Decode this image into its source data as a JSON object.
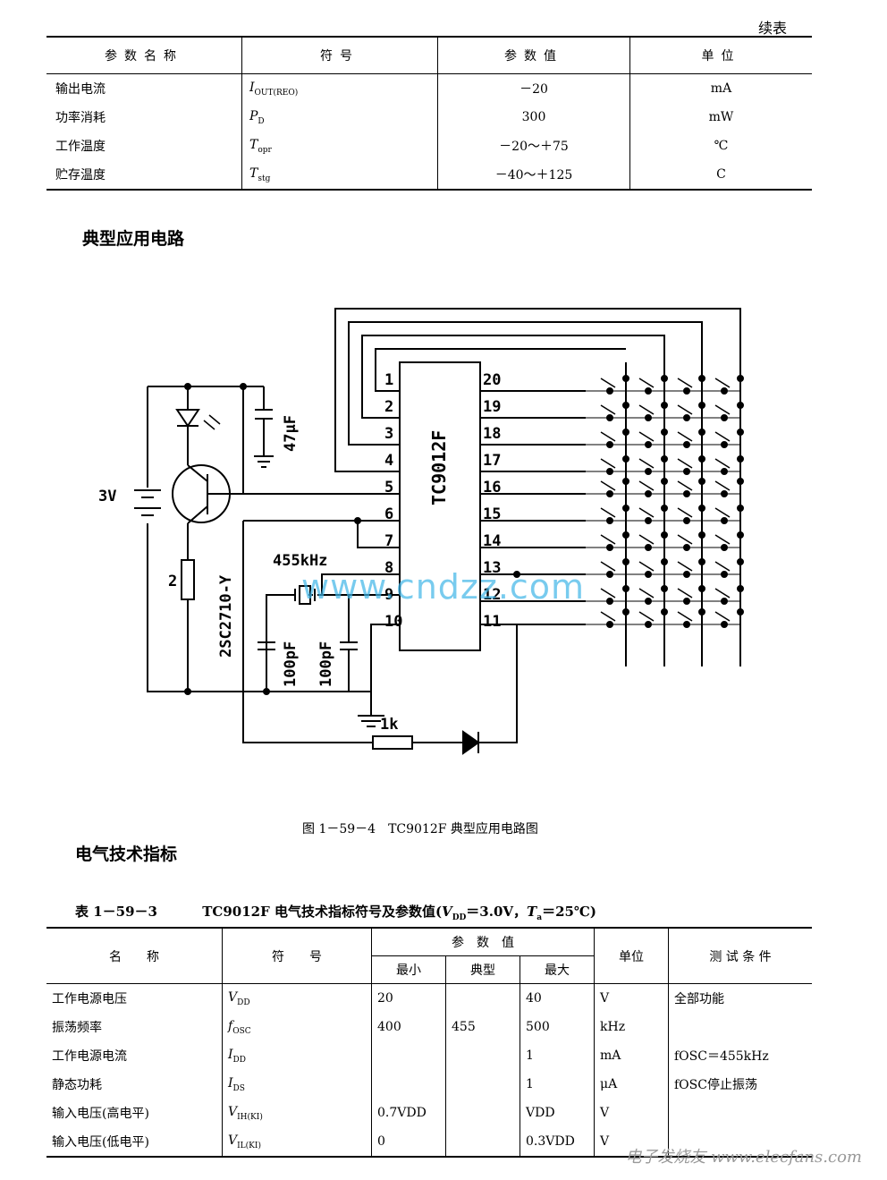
{
  "continued_label": "续表",
  "table1": {
    "headers": [
      "参数名称",
      "符号",
      "参数值",
      "单位"
    ],
    "rows": [
      {
        "name": "输出电流",
        "symbol": "I",
        "sub": "OUT(REO)",
        "value": "－20",
        "unit": "mA"
      },
      {
        "name": "功率消耗",
        "symbol": "P",
        "sub": "D",
        "value": "300",
        "unit": "mW"
      },
      {
        "name": "工作温度",
        "symbol": "T",
        "sub": "opr",
        "value": "－20～＋75",
        "unit": "℃"
      },
      {
        "name": "贮存温度",
        "symbol": "T",
        "sub": "stg",
        "value": "－40～＋125",
        "unit": "C"
      }
    ]
  },
  "section_circuit": "典型应用电路",
  "circuit": {
    "chip": "TC9012F",
    "transistor": "2SC2710-Y",
    "battery": "3V",
    "resistor_2": "2",
    "cap_47": "47μF",
    "crystal": "455kHz",
    "cap_100_a": "100pF",
    "cap_100_b": "100pF",
    "resistor_1k": "1k",
    "left_pins": [
      "1",
      "2",
      "3",
      "4",
      "5",
      "6",
      "7",
      "8",
      "9",
      "10"
    ],
    "right_pins": [
      "20",
      "19",
      "18",
      "17",
      "16",
      "15",
      "14",
      "13",
      "12",
      "11"
    ]
  },
  "watermark": "www.cndzz.com",
  "caption": "图 1－59－4　TC9012F 典型应用电路图",
  "section_elec": "电气技术指标",
  "table2": {
    "caption_prefix": "表 1－59－3",
    "caption_main": "TC9012F 电气技术指标符号及参数值(",
    "caption_vdd": "V",
    "caption_vdd_sub": "DD",
    "caption_vdd_val": "＝3.0V，",
    "caption_ta": "T",
    "caption_ta_sub": "a",
    "caption_ta_val": "＝25℃)",
    "headers": {
      "name": "名　　称",
      "symbol": "符　　号",
      "values": "参　数　值",
      "min": "最小",
      "typ": "典型",
      "max": "最大",
      "unit": "单位",
      "cond": "测 试 条 件"
    },
    "rows": [
      {
        "name": "工作电源电压",
        "symbol": "V",
        "sub": "DD",
        "min": "20",
        "typ": "",
        "max": "40",
        "unit": "V",
        "cond": "全部功能"
      },
      {
        "name": "振荡频率",
        "symbol": "f",
        "sub": "OSC",
        "min": "400",
        "typ": "455",
        "max": "500",
        "unit": "kHz",
        "cond": ""
      },
      {
        "name": "工作电源电流",
        "symbol": "I",
        "sub": "DD",
        "min": "",
        "typ": "",
        "max": "1",
        "unit": "mA",
        "cond": "fOSC＝455kHz"
      },
      {
        "name": "静态功耗",
        "symbol": "I",
        "sub": "DS",
        "min": "",
        "typ": "",
        "max": "1",
        "unit": "μA",
        "cond": "fOSC停止振荡"
      },
      {
        "name": "输入电压(高电平)",
        "symbol": "V",
        "sub": "IH(KI)",
        "min": "0.7VDD",
        "typ": "",
        "max": "VDD",
        "unit": "V",
        "cond": ""
      },
      {
        "name": "输入电压(低电平)",
        "symbol": "V",
        "sub": "IL(KI)",
        "min": "0",
        "typ": "",
        "max": "0.3VDD",
        "unit": "V",
        "cond": ""
      }
    ]
  },
  "logo_text": "电子发烧友 www.elecfans.com"
}
